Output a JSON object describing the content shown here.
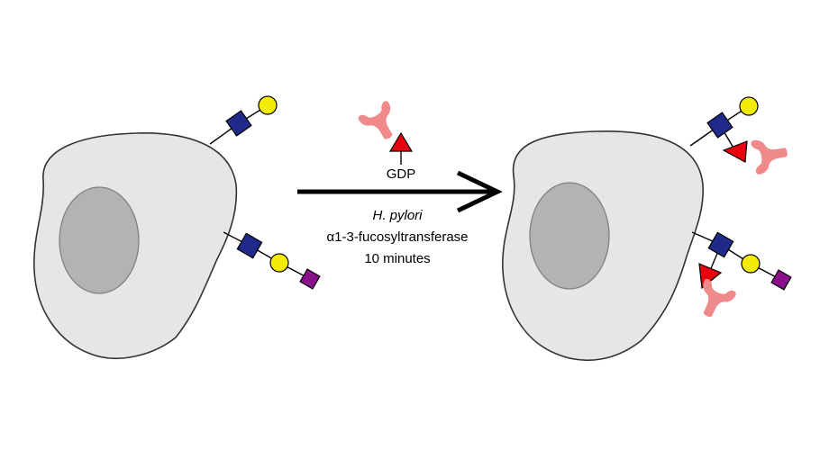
{
  "reagent": {
    "label": "GDP"
  },
  "reaction": {
    "enzyme_line1": "H. pylori",
    "enzyme_line2": "α1-3-fucosyltransferase",
    "time": "10 minutes"
  },
  "colors": {
    "cell_fill": "#e6e6e6",
    "nucleus_fill": "#b3b3b3",
    "glcnac_square": "#1f2a8a",
    "galactose_circle": "#f5eb0a",
    "sialic_diamond": "#8a0f8a",
    "fucose_triangle": "#e8000f",
    "tag_shape": "#f08a8a"
  }
}
